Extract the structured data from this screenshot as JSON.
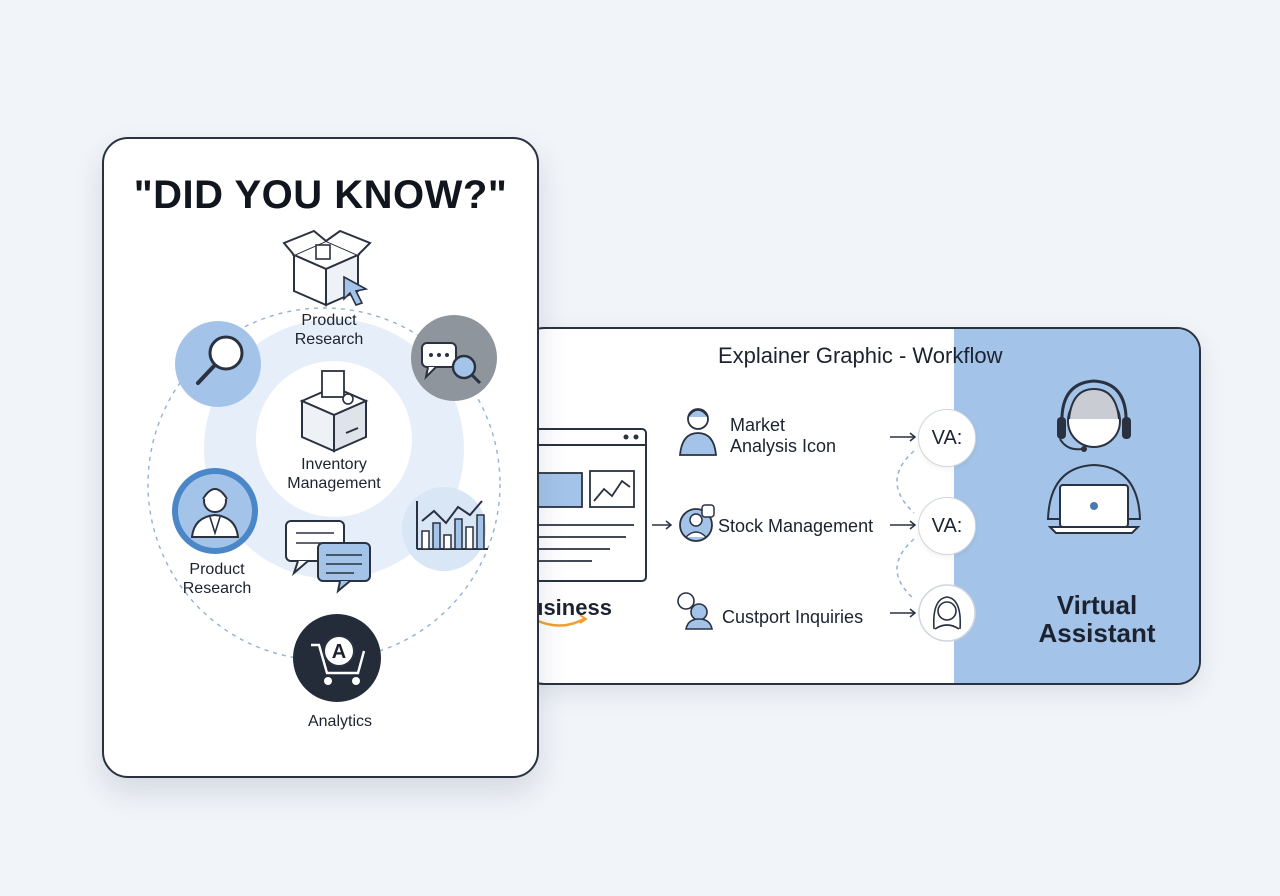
{
  "colors": {
    "background": "#f1f4f8",
    "card": "#ffffff",
    "border": "#2a3140",
    "accent_blue": "#a3c4e8",
    "light_blue": "#d8e6f5",
    "dark_navy": "#242c3a",
    "gray": "#8f959c",
    "amazon_orange": "#f0a030"
  },
  "did_you_know": {
    "title": "\"DID YOU KNOW?\"",
    "nodes": {
      "top_label": "Product\nResearch",
      "center_label": "Inventory\nManagement",
      "left_label": "Product\nResearch",
      "bottom_label": "Analytics"
    },
    "analytics_badge": "A",
    "icons": [
      "box-cursor-icon",
      "magnifier-icon",
      "chat-search-icon",
      "open-box-icon",
      "person-icon",
      "chat-bubbles-icon",
      "bar-chart-icon",
      "cart-icon"
    ]
  },
  "workflow": {
    "title": "Explainer Graphic - Workflow",
    "brand_text": "usiness",
    "steps": [
      {
        "label": "Market\nAnalysis Icon",
        "icon": "person-icon",
        "va": "VA:"
      },
      {
        "label": "Stock Management",
        "icon": "person-icon",
        "va": "VA:"
      },
      {
        "label": "Custport Inquiries",
        "icon": "person-chat-icon",
        "va": ""
      }
    ],
    "assistant_label": "Virtual\nAssistant",
    "icons": [
      "browser-window-icon",
      "headset-agent-icon",
      "laptop-icon"
    ]
  }
}
